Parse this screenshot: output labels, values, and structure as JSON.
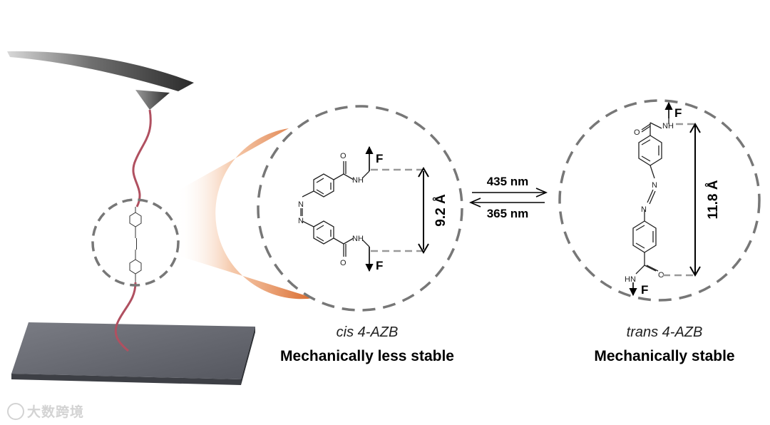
{
  "cis": {
    "name": "cis 4-AZB",
    "description": "Mechanically less stable",
    "distance": "9.2 Å",
    "force_label": "F",
    "amide_label": "NH",
    "carbonyl_label": "O",
    "azo_label": "N"
  },
  "trans": {
    "name": "trans 4-AZB",
    "description": "Mechanically stable",
    "distance": "11.8 Å",
    "force_label": "F",
    "amide_label": "NH",
    "amide_label_bottom": "HN",
    "carbonyl_label": "O",
    "azo_label": "N"
  },
  "transition": {
    "forward": "435 nm",
    "reverse": "365 nm"
  },
  "watermark": "大数跨境",
  "colors": {
    "polymer_strand": "#b05060",
    "dashed_circle": "#777777",
    "zoom_cone": "#e07a38",
    "surface": "#5e6068",
    "cantilever": "#3a3a3a"
  }
}
